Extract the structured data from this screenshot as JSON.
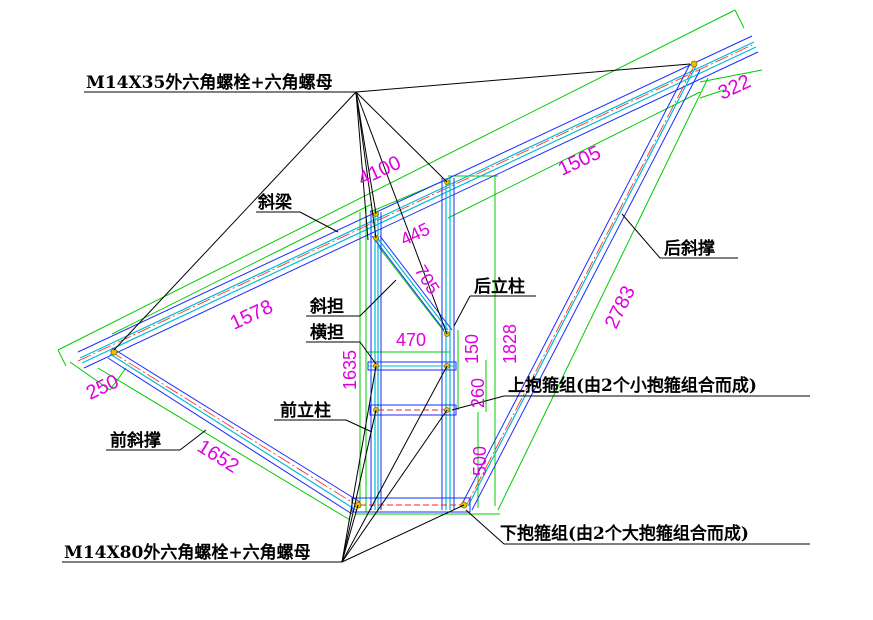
{
  "labels": {
    "bolt_m14x35": "M14X35外六角螺栓+六角螺母",
    "bolt_m14x80": "M14X80外六角螺栓+六角螺母",
    "inclined_beam": "斜梁",
    "diagonal_brace": "斜担",
    "cross_arm": "横担",
    "front_column": "前立柱",
    "rear_column": "后立柱",
    "front_strut": "前斜撑",
    "rear_strut": "后斜撑",
    "upper_clamp": "上抱箍组(由2个小抱箍组合而成)",
    "lower_clamp": "下抱箍组(由2个大抱箍组合而成)"
  },
  "dimensions": {
    "d4100": "4100",
    "d1505": "1505",
    "d322": "322",
    "d1578": "1578",
    "d250": "250",
    "d445": "445",
    "d705": "705",
    "d470": "470",
    "d150": "150",
    "d1828": "1828",
    "d1635": "1635",
    "d260": "260",
    "d500": "500",
    "d2783": "2783",
    "d1652": "1652"
  },
  "colors": {
    "member_outline": "#00bcd4",
    "member_edge": "#1a2cff",
    "centerline": "#ff2020",
    "dimension_line": "#00cc00",
    "dimension_text": "#e000e0",
    "leader": "#000000",
    "bolt": "#e8c000"
  }
}
